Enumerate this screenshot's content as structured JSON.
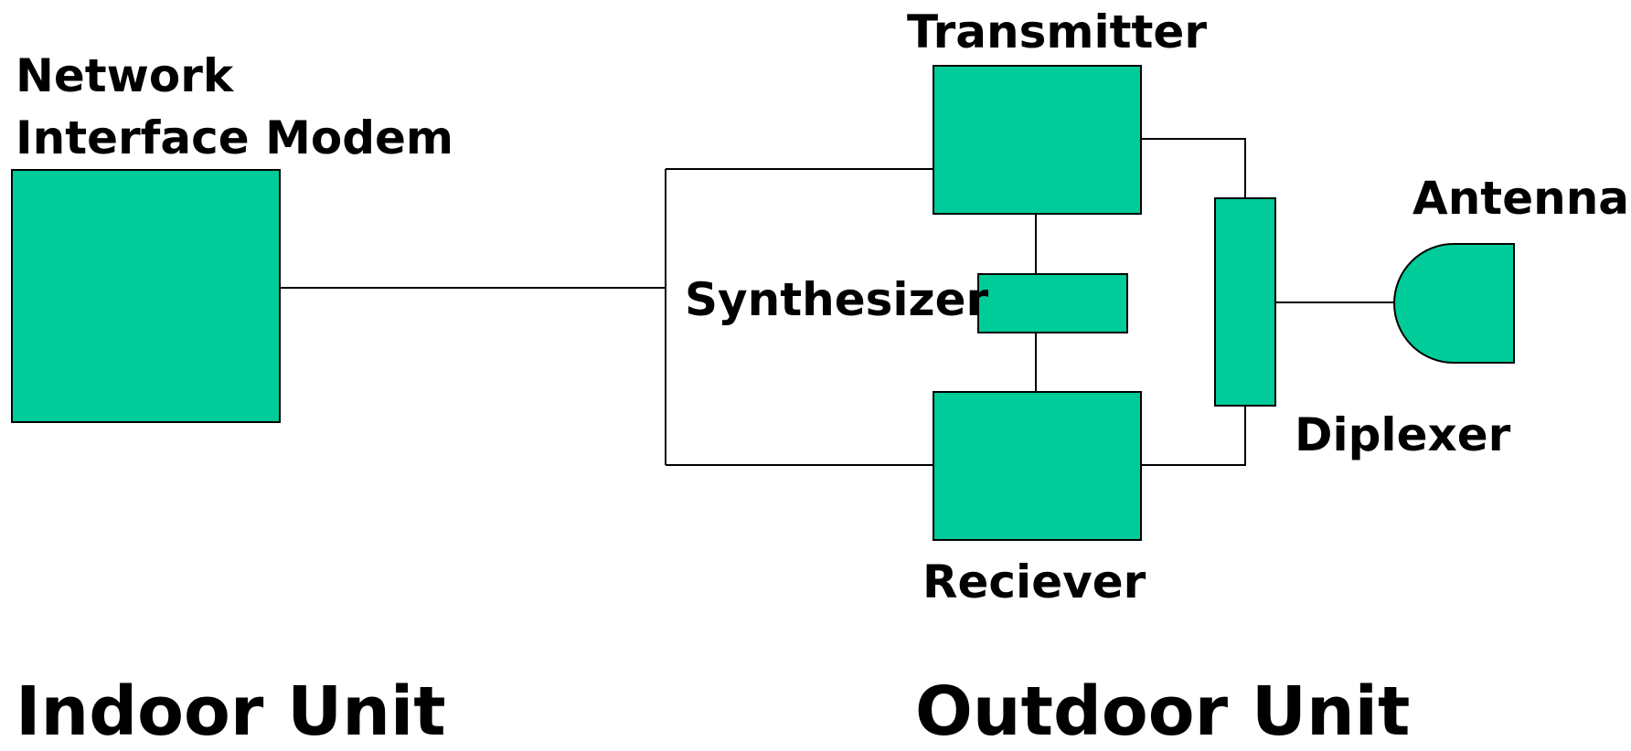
{
  "colors": {
    "box_fill": "#00CC99",
    "stroke": "#000000",
    "text": "#000000",
    "background": "#FFFFFF"
  },
  "labels": {
    "modem_line1": "Network",
    "modem_line2": "Interface Modem",
    "transmitter": "Transmitter",
    "synthesizer": "Synthesizer",
    "receiver": "Reciever",
    "diplexer": "Diplexer",
    "antenna": "Antenna",
    "indoor_unit": "Indoor Unit",
    "outdoor_unit": "Outdoor Unit"
  }
}
